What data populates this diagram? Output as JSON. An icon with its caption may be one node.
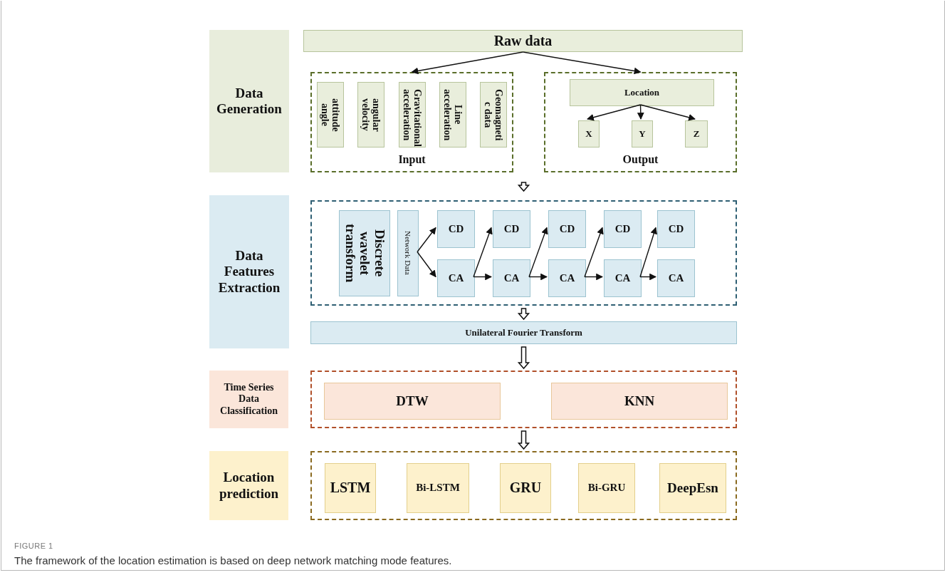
{
  "diagram": {
    "caption": "The framework of the location estimation is based on deep network matching mode features.",
    "nodes": [
      {
        "text": [
          "Data Generation"
        ]
      },
      {
        "text": [
          "Raw data"
        ]
      },
      {
        "text": [
          "Input"
        ]
      },
      {
        "text": [
          "attitude angle"
        ],
        "in": 2
      },
      {
        "text": [
          "angular velocity"
        ],
        "in": 2
      },
      {
        "text": [
          "Gravitational acceleration"
        ],
        "in": 2
      },
      {
        "text": [
          "Line acceleration"
        ],
        "in": 2
      },
      {
        "text": [
          "Geomagneti c data"
        ],
        "in": 2
      },
      {
        "text": [
          "Output"
        ]
      },
      {
        "text": [
          "Location"
        ],
        "in": 8
      },
      {
        "text": [
          "X"
        ],
        "in": 8
      },
      {
        "text": [
          "Y"
        ],
        "in": 8
      },
      {
        "text": [
          "Z"
        ],
        "in": 8
      },
      {
        "text": [
          "Data Features Extraction"
        ]
      },
      {
        "text": [],
        "shape": "box"
      },
      {
        "text": [
          "Discrete wavelet transform"
        ],
        "in": 14
      },
      {
        "text": [
          "Network Data"
        ],
        "in": 14
      },
      {
        "text": [
          "CD"
        ],
        "in": 14
      },
      {
        "text": [
          "CD"
        ],
        "in": 14
      },
      {
        "text": [
          "CD"
        ],
        "in": 14
      },
      {
        "text": [
          "CD"
        ],
        "in": 14
      },
      {
        "text": [
          "CD"
        ],
        "in": 14
      },
      {
        "text": [
          "CA"
        ],
        "in": 14
      },
      {
        "text": [
          "CA"
        ],
        "in": 14
      },
      {
        "text": [
          "CA"
        ],
        "in": 14
      },
      {
        "text": [
          "CA"
        ],
        "in": 14
      },
      {
        "text": [
          "CA"
        ],
        "in": 14
      },
      {
        "text": [
          "Unilateral Fourier Transform"
        ]
      },
      {
        "text": [
          "Time Series Data Classification"
        ]
      },
      {
        "text": [],
        "shape": "box"
      },
      {
        "text": [
          "DTW"
        ],
        "in": 29
      },
      {
        "text": [
          "KNN"
        ],
        "in": 29
      },
      {
        "text": [
          "Location prediction"
        ]
      },
      {
        "text": [],
        "shape": "box"
      },
      {
        "text": [
          "LSTM"
        ],
        "in": 33
      },
      {
        "text": [
          "Bi-LSTM"
        ],
        "in": 33
      },
      {
        "text": [
          "GRU"
        ],
        "in": 33
      },
      {
        "text": [
          "Bi-GRU"
        ],
        "in": 33
      },
      {
        "text": [
          "DeepEsn"
        ],
        "in": 33
      }
    ],
    "edges": [
      {
        "from": 1,
        "to": 2,
        "arrow": "to"
      },
      {
        "from": 1,
        "to": 8,
        "arrow": "to"
      },
      {
        "from": 9,
        "to": 10,
        "arrow": "to"
      },
      {
        "from": 9,
        "to": 11,
        "arrow": "to"
      },
      {
        "from": 9,
        "to": 12,
        "arrow": "to"
      },
      {
        "from": null,
        "to": 14,
        "arrow": "to",
        "style": "thick"
      },
      {
        "from": 16,
        "to": 17,
        "arrow": "to"
      },
      {
        "from": 16,
        "to": 22,
        "arrow": "to"
      },
      {
        "from": 22,
        "to": 18,
        "arrow": "to"
      },
      {
        "from": 22,
        "to": 23,
        "arrow": "to"
      },
      {
        "from": 23,
        "to": 19,
        "arrow": "to"
      },
      {
        "from": 23,
        "to": 24,
        "arrow": "to"
      },
      {
        "from": 24,
        "to": 20,
        "arrow": "to"
      },
      {
        "from": 24,
        "to": 25,
        "arrow": "to"
      },
      {
        "from": 25,
        "to": 21,
        "arrow": "to"
      },
      {
        "from": 25,
        "to": 26,
        "arrow": "to"
      },
      {
        "from": 14,
        "to": 27,
        "arrow": "to",
        "style": "thick"
      },
      {
        "from": 27,
        "to": 29,
        "arrow": "to",
        "style": "thick"
      },
      {
        "from": 29,
        "to": 33,
        "arrow": "to",
        "style": "thick"
      }
    ],
    "labels": [
      "FIGURE 1"
    ]
  }
}
